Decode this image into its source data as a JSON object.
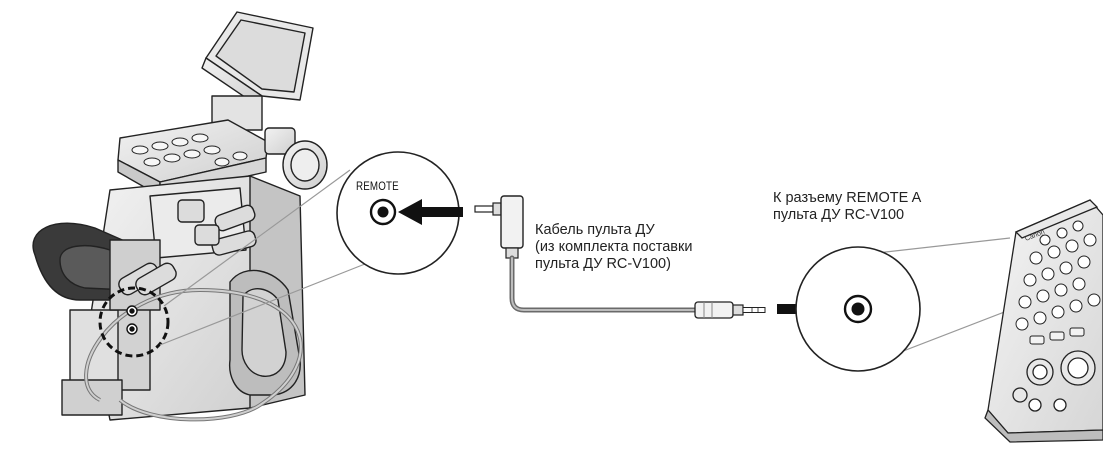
{
  "camera_port_label": "REMOTE",
  "cable_label": {
    "line1": "Кабель пульта ДУ",
    "line2": "(из комплекта поставки",
    "line3": "пульта ДУ RC-V100)"
  },
  "remote_port_label": {
    "line1": "К разъему REMOTE A",
    "line2": "пульта ДУ RC-V100"
  },
  "remote_brand": "Canon"
}
